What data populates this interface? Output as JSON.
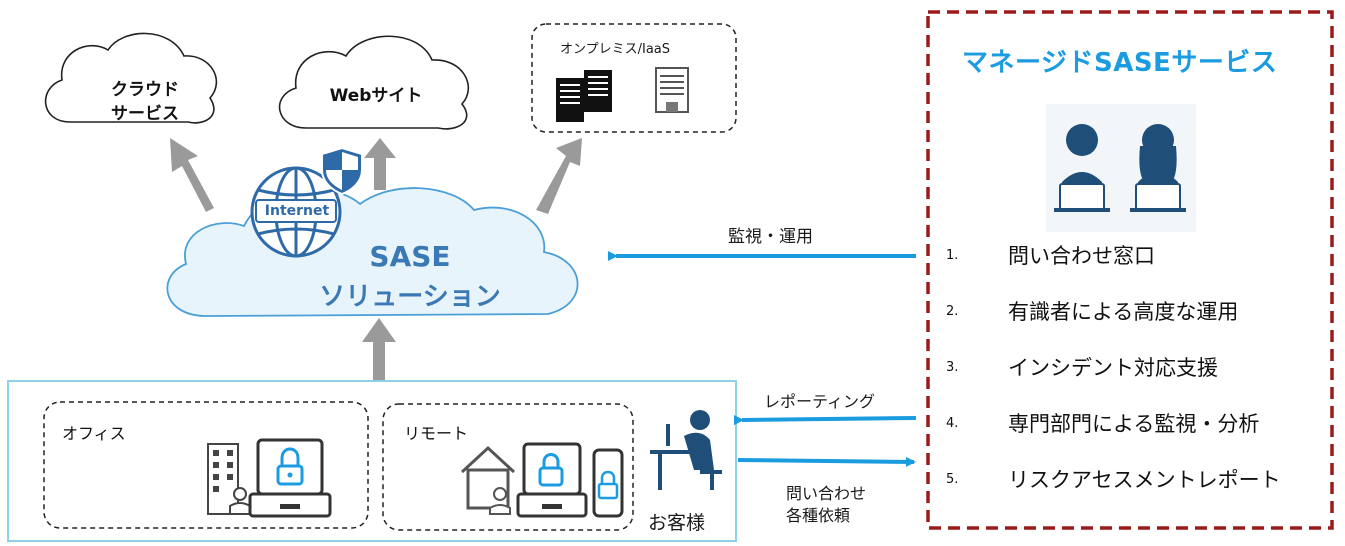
{
  "clouds": {
    "cloud_service": "クラウド\nサービス",
    "web_site": "Webサイト",
    "onprem": "オンプレミス/IaaS"
  },
  "sase": {
    "globe_label": "Internet",
    "title_line1": "SASE",
    "title_line2": "ソリューション"
  },
  "customer": {
    "office": "オフィス",
    "remote": "リモート",
    "customer_label": "お客様"
  },
  "arrows": {
    "monitoring": "監視・運用",
    "reporting": "レポーティング",
    "inquiry_line1": "問い合わせ",
    "inquiry_line2": "各種依頼"
  },
  "managed": {
    "title": "マネージドSASEサービス",
    "items": [
      {
        "num": "1.",
        "label": "問い合わせ窓口"
      },
      {
        "num": "2.",
        "label": "有識者による高度な運用"
      },
      {
        "num": "3.",
        "label": "インシデント対応支援"
      },
      {
        "num": "4.",
        "label": "専門部門による監視・分析"
      },
      {
        "num": "5.",
        "label": "リスクアセスメントレポート"
      }
    ]
  },
  "colors": {
    "arrow_gray": "#9a9a9a",
    "arrow_blue": "#1b9be0",
    "frame_red": "#9b1b1b",
    "sase_fill": "#e8f4fb",
    "sase_stroke": "#4a9fd6",
    "customer_border": "#8fd2e6",
    "icon_navy": "#1f4e79"
  }
}
